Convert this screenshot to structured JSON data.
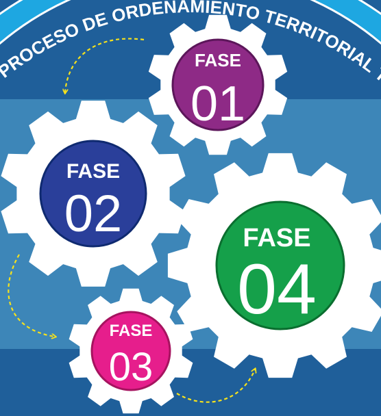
{
  "header": {
    "arc_text": "PROCESO DE ORDENAMIENTO TERRITORIAL TERRITORIAL"
  },
  "phases": [
    {
      "word": "FASE",
      "number": "01",
      "color": "#8e2a86"
    },
    {
      "word": "FASE",
      "number": "02",
      "color": "#2a3f9a"
    },
    {
      "word": "FASE",
      "number": "03",
      "color": "#e61e8c"
    },
    {
      "word": "FASE",
      "number": "04",
      "color": "#15a04a"
    }
  ],
  "colors": {
    "background_dark": "#1f5f9a",
    "background_band": "#3d86b8",
    "banner": "#1ea7e1",
    "gear": "#ffffff",
    "arrow": "#f5e11d"
  },
  "icons": [
    "gear-icon",
    "dashed-arrow-icon"
  ]
}
